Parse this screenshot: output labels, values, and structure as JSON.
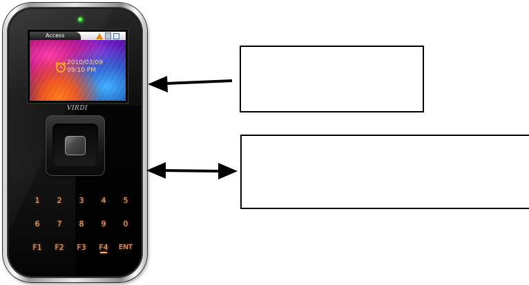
{
  "device": {
    "brand": "VIRDI",
    "screen": {
      "title": "Access",
      "status_icons": [
        "warning-icon",
        "card-icon",
        "network-icon"
      ],
      "clock_icon": "alarm-clock-icon",
      "date": "2010/03/09",
      "time": "09:10 PM"
    },
    "led_color": "#22d722",
    "key_color": "#f2a97a",
    "keypad": {
      "row1": [
        "1",
        "2",
        "3",
        "4",
        "5"
      ],
      "row2": [
        "6",
        "7",
        "8",
        "9",
        "0"
      ],
      "row3": [
        "F1",
        "F2",
        "F3",
        "F4",
        "ENT"
      ]
    }
  },
  "callouts": {
    "screen_label": "",
    "sensor_label": ""
  }
}
